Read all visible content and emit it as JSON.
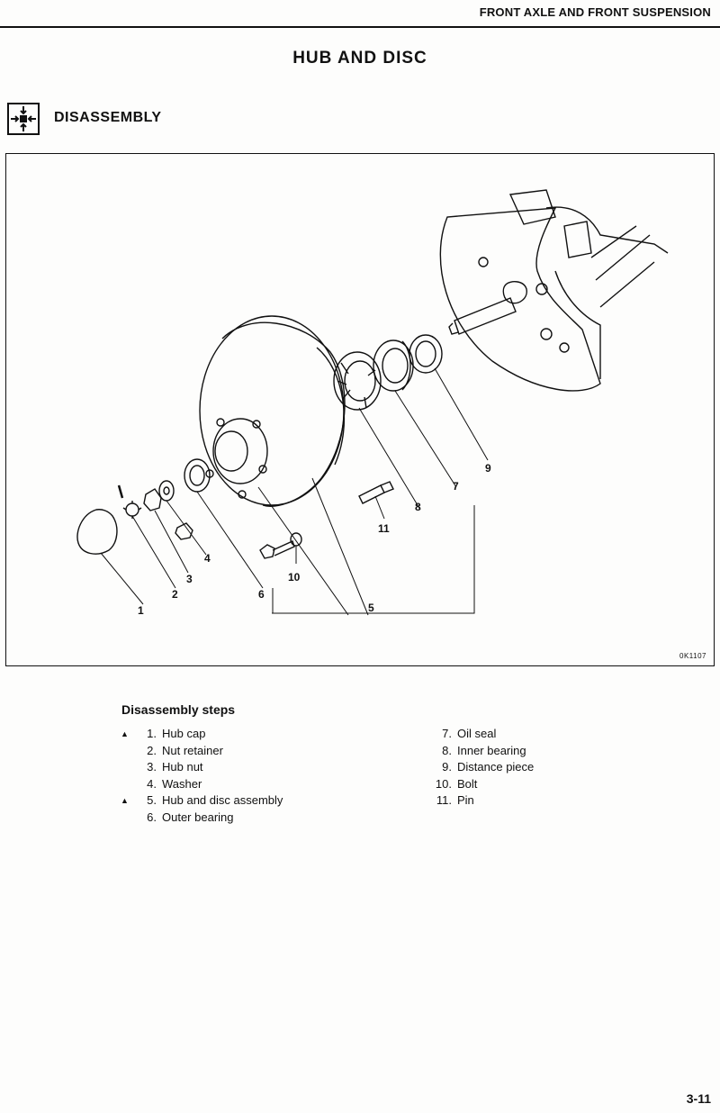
{
  "header": {
    "section": "FRONT AXLE AND FRONT SUSPENSION"
  },
  "page": {
    "title": "HUB AND DISC",
    "number": "3-11"
  },
  "subsection": {
    "title": "DISASSEMBLY",
    "icon": "disassembly-arrows-icon"
  },
  "figure": {
    "code": "0K1107",
    "callouts": [
      "1",
      "2",
      "3",
      "4",
      "5",
      "6",
      "7",
      "8",
      "9",
      "10",
      "11"
    ]
  },
  "steps": {
    "heading": "Disassembly steps",
    "marker": "▲",
    "left": [
      {
        "num": "1.",
        "label": "Hub cap",
        "marked": true
      },
      {
        "num": "2.",
        "label": "Nut retainer",
        "marked": false
      },
      {
        "num": "3.",
        "label": "Hub nut",
        "marked": false
      },
      {
        "num": "4.",
        "label": "Washer",
        "marked": false
      },
      {
        "num": "5.",
        "label": "Hub and disc assembly",
        "marked": true
      },
      {
        "num": "6.",
        "label": "Outer bearing",
        "marked": false
      }
    ],
    "right": [
      {
        "num": "7.",
        "label": "Oil seal"
      },
      {
        "num": "8.",
        "label": "Inner bearing"
      },
      {
        "num": "9.",
        "label": "Distance piece"
      },
      {
        "num": "10.",
        "label": "Bolt"
      },
      {
        "num": "11.",
        "label": "Pin"
      }
    ]
  }
}
